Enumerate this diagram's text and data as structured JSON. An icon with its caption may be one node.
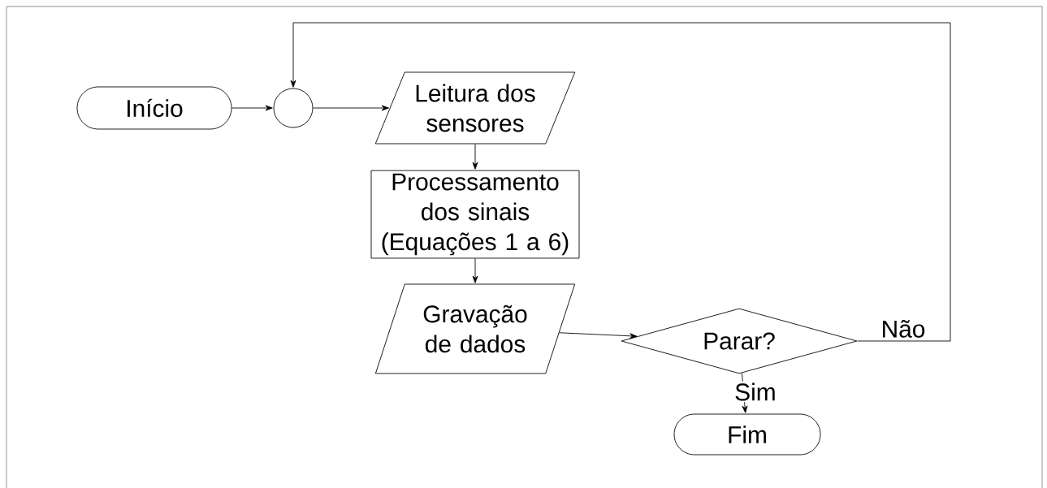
{
  "diagram": {
    "nodes": [
      {
        "text": [
          "Início"
        ]
      },
      {
        "text": [],
        "shape": "circle"
      },
      {
        "text": [
          "Leitura dos sensores"
        ]
      },
      {
        "text": [
          "Processamento dos sinais (Equações 1 a 6)"
        ]
      },
      {
        "text": [
          "Gravação de dados"
        ]
      },
      {
        "text": [
          "Parar?"
        ]
      },
      {
        "text": [
          "Fim"
        ]
      }
    ],
    "edges": [
      {
        "from": 0,
        "to": 1,
        "arrow": "to"
      },
      {
        "from": 1,
        "to": 2,
        "arrow": "to"
      },
      {
        "from": 2,
        "to": 3,
        "arrow": "to"
      },
      {
        "from": 3,
        "to": 4,
        "arrow": "to"
      },
      {
        "from": 4,
        "to": 5,
        "arrow": "to"
      },
      {
        "from": 5,
        "to": 1,
        "arrow": "to",
        "label": "Não"
      },
      {
        "from": 5,
        "to": 6,
        "arrow": "to",
        "label": "Sim"
      }
    ]
  }
}
